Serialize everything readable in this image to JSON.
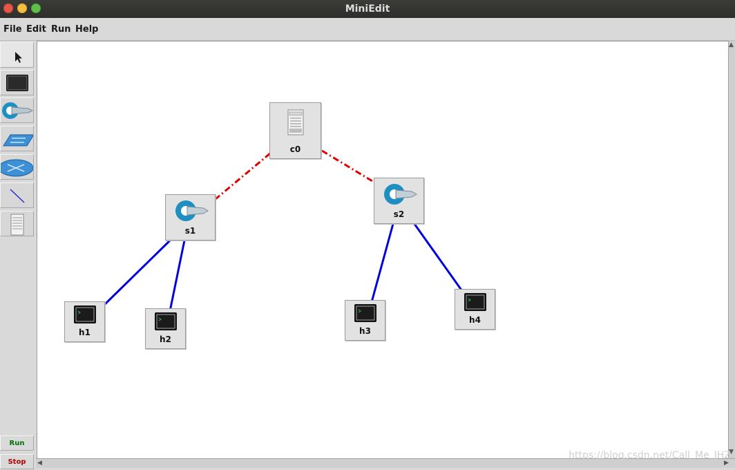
{
  "window": {
    "title": "MiniEdit"
  },
  "menu": {
    "items": [
      "File",
      "Edit",
      "Run",
      "Help"
    ]
  },
  "toolbar": {
    "tools": [
      {
        "name": "select",
        "icon": "cursor-arrow-icon"
      },
      {
        "name": "host",
        "icon": "terminal-host-icon"
      },
      {
        "name": "switch",
        "icon": "openflow-switch-icon"
      },
      {
        "name": "legacy-switch",
        "icon": "legacy-switch-icon"
      },
      {
        "name": "legacy-router",
        "icon": "legacy-router-icon"
      },
      {
        "name": "net-link",
        "icon": "link-line-icon"
      },
      {
        "name": "controller",
        "icon": "controller-server-icon"
      }
    ],
    "run_label": "Run",
    "stop_label": "Stop"
  },
  "colors": {
    "link_switch_host": "#0000e0",
    "link_controller": "#e00000",
    "run_text": "#007000",
    "stop_text": "#b00000"
  },
  "topology": {
    "controllers": [
      "c0"
    ],
    "switches": [
      "s1",
      "s2"
    ],
    "hosts": [
      "h1",
      "h2",
      "h3",
      "h4"
    ],
    "links": [
      {
        "from": "c0",
        "to": "s1",
        "type": "controller"
      },
      {
        "from": "c0",
        "to": "s2",
        "type": "controller"
      },
      {
        "from": "s1",
        "to": "h1",
        "type": "data"
      },
      {
        "from": "s1",
        "to": "h2",
        "type": "data"
      },
      {
        "from": "s2",
        "to": "h3",
        "type": "data"
      },
      {
        "from": "s2",
        "to": "h4",
        "type": "data"
      }
    ]
  },
  "nodes": {
    "c0": {
      "label": "c0",
      "kind": "controller"
    },
    "s1": {
      "label": "s1",
      "kind": "switch"
    },
    "s2": {
      "label": "s2",
      "kind": "switch"
    },
    "h1": {
      "label": "h1",
      "kind": "host"
    },
    "h2": {
      "label": "h2",
      "kind": "host"
    },
    "h3": {
      "label": "h3",
      "kind": "host"
    },
    "h4": {
      "label": "h4",
      "kind": "host"
    }
  },
  "watermark": "https://blog.csdn.net/Call_Me_JHZ"
}
